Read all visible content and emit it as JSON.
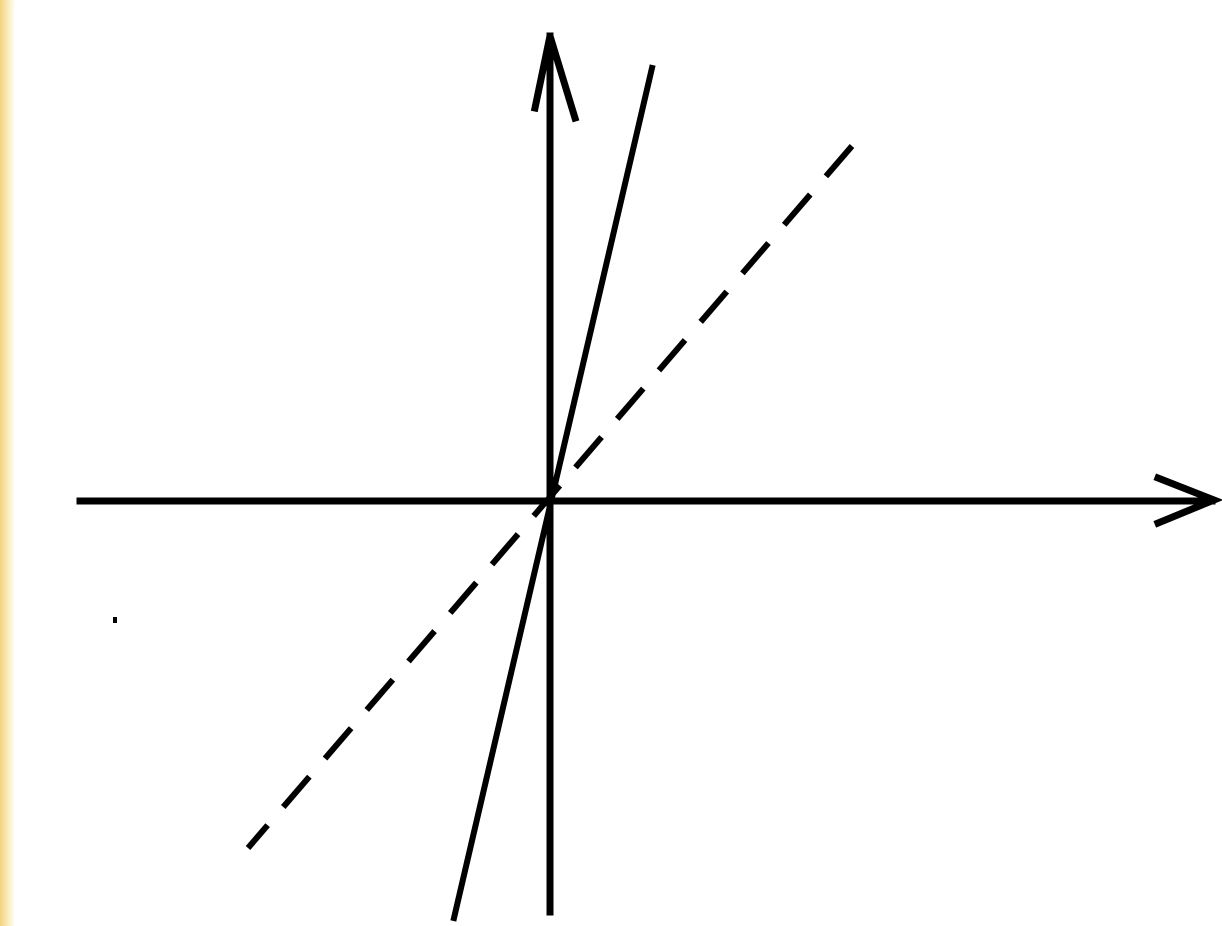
{
  "diagram": {
    "colors": {
      "ink": "#000000",
      "paper": "#ffffff",
      "border": "#f4d98c"
    },
    "elements": [
      {
        "name": "x-axis",
        "style": "solid",
        "arrow": "right-arrowhead"
      },
      {
        "name": "y-axis",
        "style": "solid",
        "arrow": "up-arrowhead"
      },
      {
        "name": "steep-line",
        "style": "solid"
      },
      {
        "name": "dashed-line",
        "style": "dashed"
      }
    ]
  }
}
